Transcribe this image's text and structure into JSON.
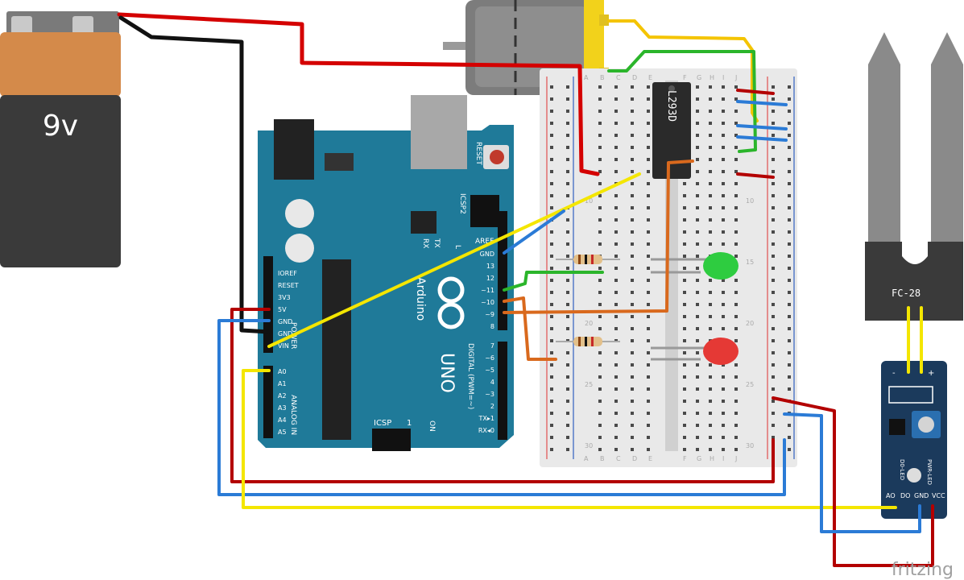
{
  "battery": {
    "label": "9v"
  },
  "arduino": {
    "reset_label": "RESET",
    "icsp2_label": "ICSP2",
    "icsp_label": "ICSP",
    "tx_label": "TX",
    "rx_label": "RX",
    "l_label": "L",
    "on_label": "ON",
    "brand": "Arduino",
    "model": "UNO",
    "digital_label": "DIGITAL (PWM=~)",
    "analog_label": "ANALOG IN",
    "power_label": "POWER",
    "aref_label": "AREF",
    "one_label": "1",
    "power_pins": [
      "IOREF",
      "RESET",
      "3V3",
      "5V",
      "GND",
      "GND",
      "VIN"
    ],
    "analog_pins": [
      "A0",
      "A1",
      "A2",
      "A3",
      "A4",
      "A5"
    ],
    "digital_pins_top": [
      "GND",
      "13",
      "12",
      "~11",
      "~10",
      "~9",
      "8"
    ],
    "digital_pins_bottom": [
      "7",
      "~6",
      "~5",
      "4",
      "~3",
      "2",
      "TX▸1",
      "RX◂0"
    ]
  },
  "breadboard": {
    "columns_left": [
      "A",
      "B",
      "C",
      "D",
      "E"
    ],
    "columns_right": [
      "F",
      "G",
      "H",
      "I",
      "J"
    ],
    "row_numbers": [
      "10",
      "15",
      "20",
      "25",
      "30"
    ]
  },
  "chip": {
    "label": "L293D"
  },
  "sensor": {
    "probe_label": "FC-28"
  },
  "module": {
    "top_pins": [
      "-",
      "+"
    ],
    "led_labels": [
      "PWR-LED",
      "D0-LED"
    ],
    "bottom_pins": [
      "AO",
      "DO",
      "GND",
      "VCC"
    ]
  },
  "watermark": {
    "text": "fritzing"
  },
  "colors": {
    "arduino_blue": "#1f7a99",
    "wire_red": "#d40000",
    "wire_black": "#111111",
    "wire_blue": "#2b7bd6",
    "wire_yellow": "#f4e600",
    "wire_green": "#2bb52b",
    "wire_orange": "#d9691d",
    "wire_darkred": "#b30000",
    "breadboard": "#e9e9e9",
    "battery_orange": "#d48a4a"
  }
}
